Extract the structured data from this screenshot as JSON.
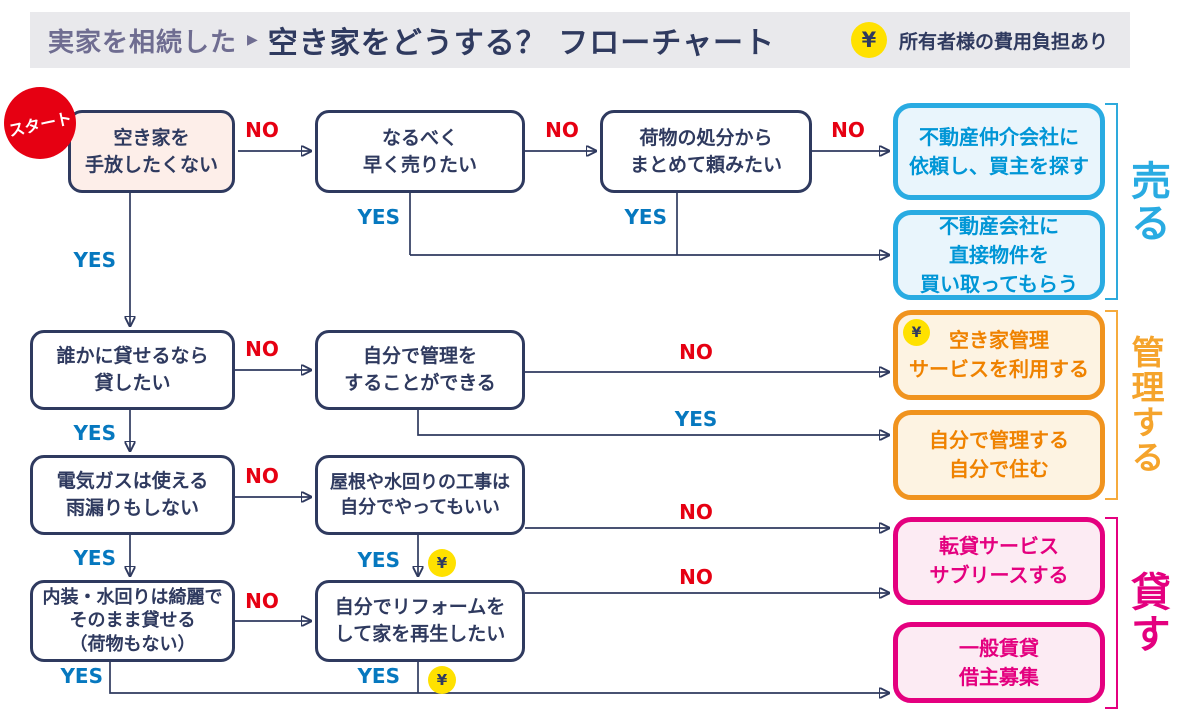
{
  "header": {
    "prefix": "実家を相続した",
    "caret": "▶",
    "title": "空き家をどうする？ フローチャート",
    "yen": "¥",
    "note": "所有者様の費用負担あり"
  },
  "start_label": "スタート",
  "decision": {
    "yes": "YES",
    "no": "NO",
    "yen": "¥"
  },
  "questions": {
    "keep_house": "空き家を\n手放したくない",
    "sell_quickly": "なるべく\n早く売りたい",
    "bulk_request": "荷物の処分から\nまとめて頼みたい",
    "willing_to_rent": "誰かに貸せるなら\n貸したい",
    "can_self_manage": "自分で管理を\nすることができる",
    "utilities_ok": "電気ガスは使える\n雨漏りもしない",
    "diy_repairs": "屋根や水回りの工事は\n自分でやってもいい",
    "interior_clean": "内装・水回りは綺麗で\nそのまま貸せる\n（荷物もない）",
    "self_renovate": "自分でリフォームを\nして家を再生したい"
  },
  "results": {
    "sell_agent": "不動産仲介会社に\n依頼し、買主を探す",
    "sell_direct": "不動産会社に\n直接物件を\n買い取ってもらう",
    "mgmt_service": "空き家管理\nサービスを利用する",
    "self_manage": "自分で管理する\n自分で住む",
    "sublease": "転貸サービス\nサブリースする",
    "general_rent": "一般賃貸\n借主募集"
  },
  "groups": {
    "sell": "売る",
    "manage": "管理する",
    "rent": "貸す"
  },
  "colors": {
    "navy": "#2f3a5f",
    "no_red": "#e60012",
    "yes_blue": "#0678bf",
    "sell_border": "#29abe2",
    "sell_text": "#0096d6",
    "sell_fill": "#e9f5fc",
    "manage_border": "#f0931e",
    "manage_text": "#ef8200",
    "manage_fill": "#fdf3e2",
    "rent_border": "#e4007f",
    "rent_fill": "#fcebf3",
    "yen_badge": "#ffe100",
    "start_badge": "#e60012",
    "start_box_fill": "#fdeee9",
    "header_bg": "#e9e9ec",
    "header_prefix": "#6f6d91"
  }
}
